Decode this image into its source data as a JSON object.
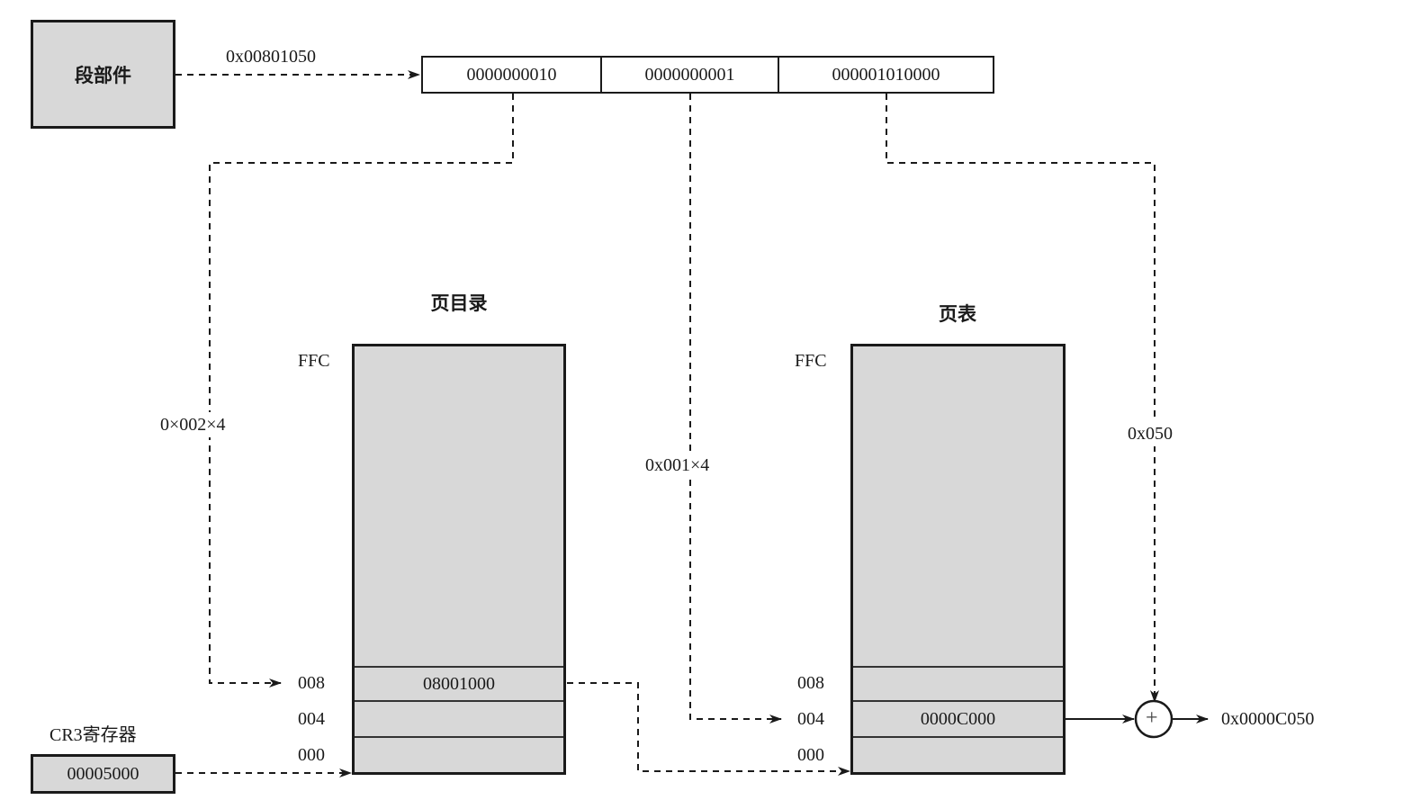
{
  "segment_unit": {
    "label": "段部件",
    "output_address": "0x00801050"
  },
  "linear_address": {
    "fields": [
      "0000000010",
      "0000000001",
      "000001010000"
    ]
  },
  "page_directory": {
    "title": "页目录",
    "top_offset": "FFC",
    "rows": [
      {
        "offset": "008",
        "value": "08001000"
      },
      {
        "offset": "004",
        "value": ""
      },
      {
        "offset": "000",
        "value": ""
      }
    ],
    "index_label": "0×002×4"
  },
  "page_table": {
    "title": "页表",
    "top_offset": "FFC",
    "rows": [
      {
        "offset": "008",
        "value": ""
      },
      {
        "offset": "004",
        "value": "0000C000"
      },
      {
        "offset": "000",
        "value": ""
      }
    ],
    "index_label": "0x001×4"
  },
  "offset_label": "0x050",
  "cr3": {
    "title": "CR3寄存器",
    "value": "00005000"
  },
  "adder": {
    "symbol": "+",
    "result": "0x0000C050"
  },
  "colors": {
    "fill": "#d8d8d8",
    "stroke": "#1a1a1a"
  }
}
